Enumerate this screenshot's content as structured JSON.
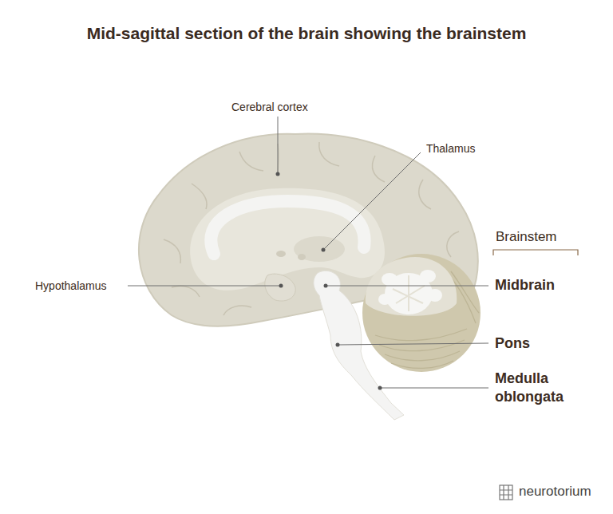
{
  "diagram": {
    "title": "Mid-sagittal section of the brain showing the brainstem",
    "labels": [
      "Cerebral cortex",
      "Thalamus",
      "Hypothalamus",
      "Brainstem",
      "Midbrain",
      "Pons",
      "Medulla oblongata",
      "neurotorium"
    ]
  }
}
